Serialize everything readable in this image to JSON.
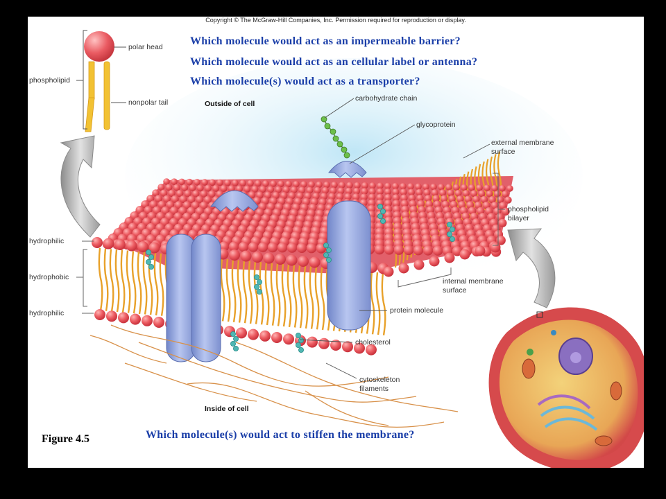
{
  "copyright": "Copyright © The McGraw-Hill Companies, Inc. Permission required for reproduction or display.",
  "questions": {
    "q1": "Which molecule would act as an impermeable barrier?",
    "q2": "Which molecule would act as an cellular label or antenna?",
    "q3": "Which molecule(s) would act as a transporter?",
    "q4": "Which molecule(s) would act to stiffen the membrane?"
  },
  "figure_label": "Figure 4.5",
  "labels": {
    "polar_head": "polar head",
    "phospholipid": "phospholipid",
    "nonpolar_tail": "nonpolar tail",
    "outside_cell": "Outside of cell",
    "inside_cell": "Inside of cell",
    "carbohydrate_chain": "carbohydrate chain",
    "glycoprotein": "glycoprotein",
    "external_surface_1": "external membrane",
    "external_surface_2": "surface",
    "bilayer_1": "phospholipid",
    "bilayer_2": "bilayer",
    "hydrophilic_top": "hydrophilic",
    "hydrophobic": "hydrophobic",
    "hydrophilic_bottom": "hydrophilic",
    "internal_surface_1": "internal membrane",
    "internal_surface_2": "surface",
    "protein_molecule": "protein molecule",
    "cholesterol": "cholesterol",
    "cytoskeleton_1": "cytoskeleton",
    "cytoskeleton_2": "filaments"
  },
  "colors": {
    "question_text": "#1a3ea8",
    "head": "#e8505a",
    "tail": "#f2b233",
    "protein": "#8fa4dc",
    "cholesterol": "#4fb7b3"
  }
}
